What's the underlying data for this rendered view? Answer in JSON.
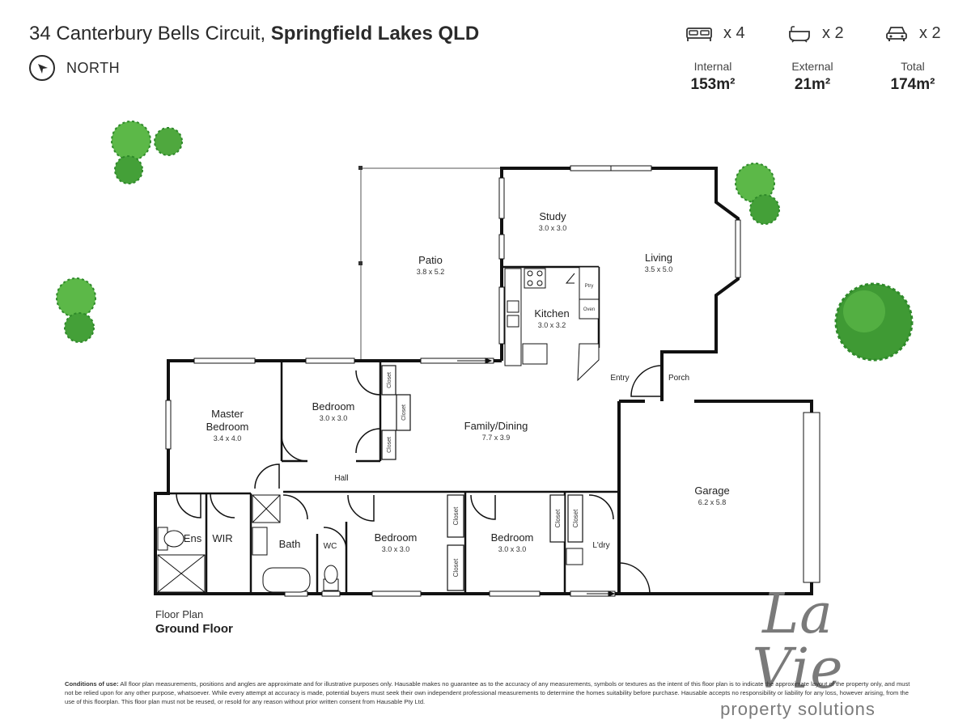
{
  "header": {
    "address_street": "34 Canterbury Bells Circuit,",
    "address_suburb": "Springfield Lakes QLD",
    "north_label": "NORTH"
  },
  "features": {
    "bedrooms": "x 4",
    "bathrooms": "x 2",
    "car_spaces": "x 2"
  },
  "areas": {
    "internal": {
      "label": "Internal",
      "value": "153m²"
    },
    "external": {
      "label": "External",
      "value": "21m²"
    },
    "total": {
      "label": "Total",
      "value": "174m²"
    }
  },
  "rooms": {
    "patio": {
      "name": "Patio",
      "dim": "3.8 x 5.2"
    },
    "study": {
      "name": "Study",
      "dim": "3.0 x 3.0"
    },
    "living": {
      "name": "Living",
      "dim": "3.5 x 5.0"
    },
    "kitchen": {
      "name": "Kitchen",
      "dim": "3.0 x 3.2"
    },
    "pantry": "Ptry",
    "oven": "Oven",
    "entry": "Entry",
    "porch": "Porch",
    "master": {
      "name1": "Master",
      "name2": "Bedroom",
      "dim": "3.4 x 4.0"
    },
    "bedroom2": {
      "name": "Bedroom",
      "dim": "3.0 x 3.0"
    },
    "family": {
      "name": "Family/Dining",
      "dim": "7.7 x 3.9"
    },
    "hall": "Hall",
    "garage": {
      "name": "Garage",
      "dim": "6.2 x 5.8"
    },
    "ens": "Ens",
    "wir": "WIR",
    "bath": "Bath",
    "wc": "WC",
    "bedroom3": {
      "name": "Bedroom",
      "dim": "3.0 x 3.0"
    },
    "bedroom4": {
      "name": "Bedroom",
      "dim": "3.0 x 3.0"
    },
    "laundry": "L'dry",
    "closet": "Closet"
  },
  "floor_caption": {
    "line1": "Floor Plan",
    "line2": "Ground Floor"
  },
  "logo": {
    "brand": "La Vie",
    "tagline": "property solutions"
  },
  "conditions": {
    "title": "Conditions of use:",
    "body": "All floor plan measurements, positions and angles are approximate and for illustrative purposes only. Hausable makes no guarantee as to the accuracy of any measurements, symbols or textures as the intent of this floor plan is to indicate the approximate layout of the property only, and must not be relied upon for any other purpose, whatsoever. While every attempt at accuracy is made, potential buyers must seek their own independent professional measurements to determine the homes suitability before purchase. Hausable accepts no responsibility or liability for any loss, however arising, from the use of this floorplan. This floor plan must not be reused, or resold for any reason without prior written consent from Hausable Pty Ltd."
  },
  "colors": {
    "wall": "#111111",
    "tree_light": "#5cb848",
    "tree_dark": "#2f8a2a",
    "logo_grey": "#7a7a7a"
  }
}
